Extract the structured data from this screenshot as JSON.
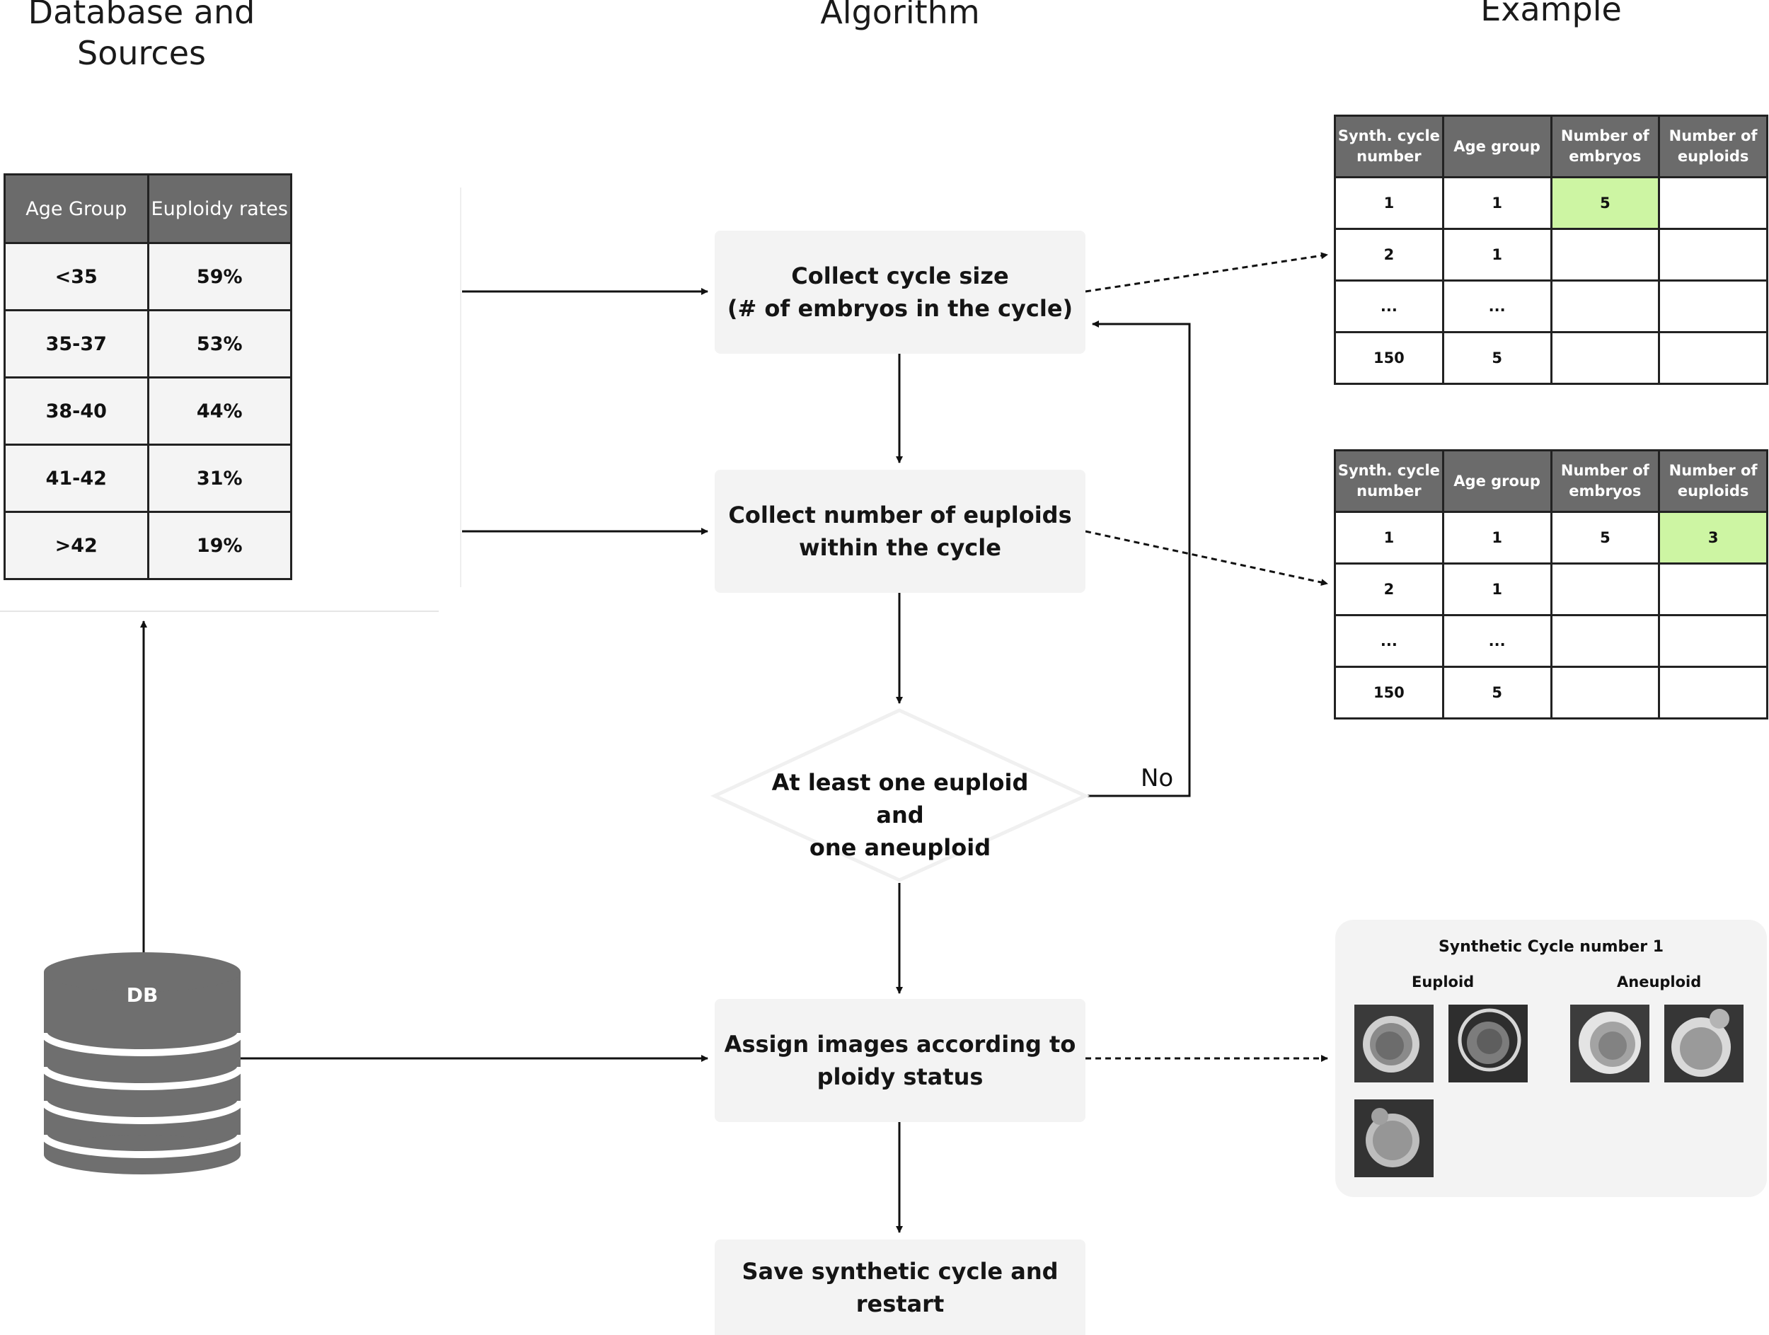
{
  "headings": {
    "database": [
      "Database and",
      "Sources"
    ],
    "algorithm": "Algorithm",
    "example": "Example"
  },
  "rates_table": {
    "headers": [
      "Age Group",
      "Euploidy rates"
    ],
    "rows": [
      [
        "<35",
        "59%"
      ],
      [
        "35-37",
        "53%"
      ],
      [
        "38-40",
        "44%"
      ],
      [
        "41-42",
        "31%"
      ],
      [
        ">42",
        "19%"
      ]
    ]
  },
  "db_label": "DB",
  "flow": {
    "box1": [
      "Collect cycle size",
      "(# of embryos in the cycle)"
    ],
    "box2": [
      "Collect number of euploids",
      "within the cycle"
    ],
    "decision": [
      "At least one euploid and",
      "one aneuploid"
    ],
    "no_label": "No",
    "box3": [
      "Assign images according to",
      "ploidy status"
    ],
    "box4": [
      "Save synthetic cycle and",
      "restart"
    ]
  },
  "example_table_1": {
    "headers": [
      "Synth. cycle number",
      "Age group",
      "Number of embryos",
      "Number of euploids"
    ],
    "rows": [
      [
        "1",
        "1",
        "5",
        ""
      ],
      [
        "2",
        "1",
        "",
        ""
      ],
      [
        "...",
        "...",
        "",
        ""
      ],
      [
        "150",
        "5",
        "",
        ""
      ]
    ],
    "highlight": "row 1 Number of embryos"
  },
  "example_table_2": {
    "headers": [
      "Synth. cycle number",
      "Age group",
      "Number of embryos",
      "Number of euploids"
    ],
    "rows": [
      [
        "1",
        "1",
        "5",
        "3"
      ],
      [
        "2",
        "1",
        "",
        ""
      ],
      [
        "...",
        "...",
        "",
        ""
      ],
      [
        "150",
        "5",
        "",
        ""
      ]
    ],
    "highlight": "row 1 Number of euploids"
  },
  "synthetic_panel": {
    "title": "Synthetic Cycle number 1",
    "euploid_label": "Euploid",
    "aneuploid_label": "Aneuploid",
    "euploid_images": 3,
    "aneuploid_images": 2
  },
  "colors": {
    "header_gray": "#6b6b6b",
    "box_fill": "#f3f3f3",
    "highlight_green": "#cdf5a3",
    "line": "#111111"
  }
}
